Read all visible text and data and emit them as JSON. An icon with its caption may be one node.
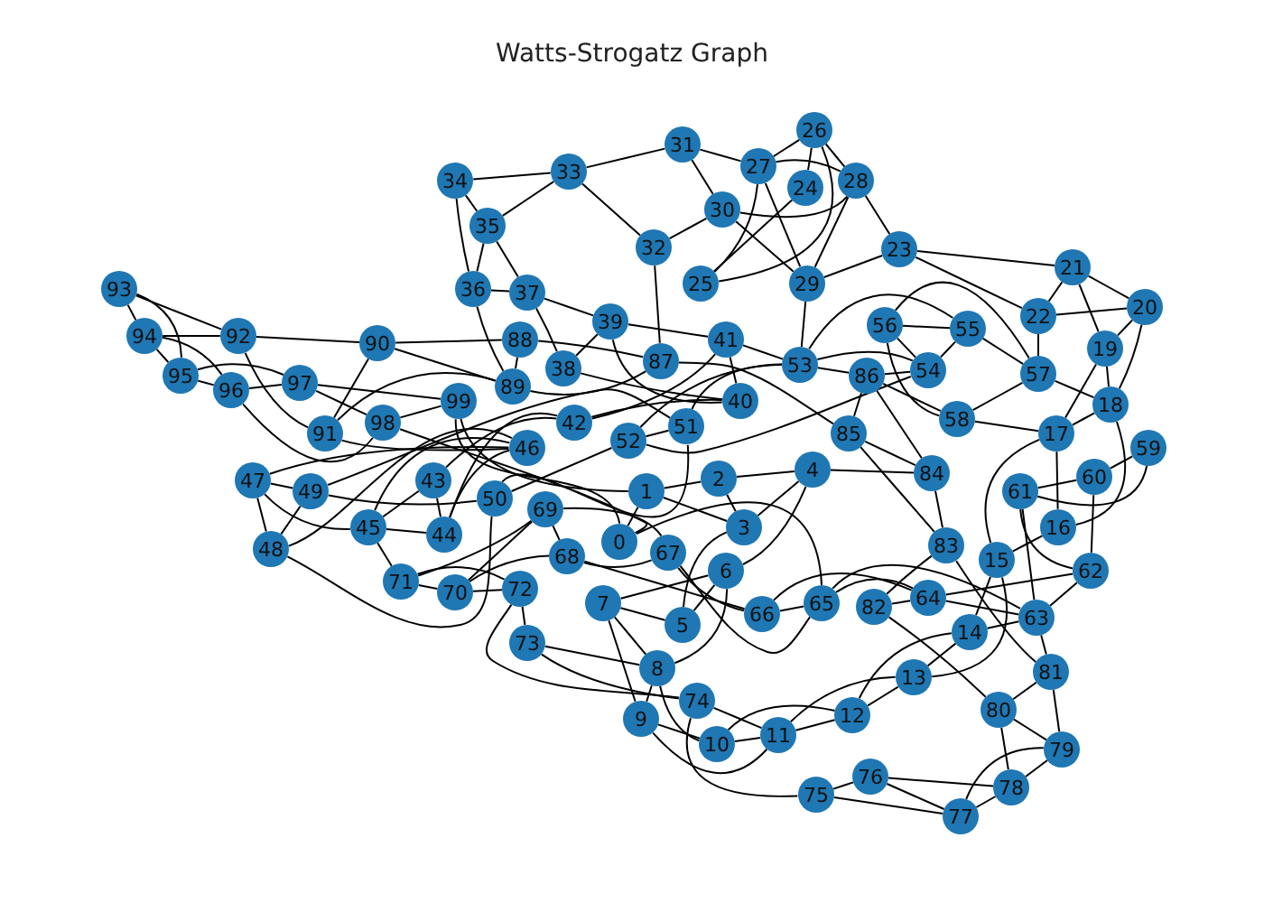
{
  "diagram": {
    "title": "Watts-Strogatz Graph",
    "nodes": [
      {
        "text": [
          "0"
        ]
      },
      {
        "text": [
          "1"
        ]
      },
      {
        "text": [
          "2"
        ]
      },
      {
        "text": [
          "3"
        ]
      },
      {
        "text": [
          "4"
        ]
      },
      {
        "text": [
          "5"
        ]
      },
      {
        "text": [
          "6"
        ]
      },
      {
        "text": [
          "7"
        ]
      },
      {
        "text": [
          "8"
        ]
      },
      {
        "text": [
          "9"
        ]
      },
      {
        "text": [
          "10"
        ]
      },
      {
        "text": [
          "11"
        ]
      },
      {
        "text": [
          "12"
        ]
      },
      {
        "text": [
          "13"
        ]
      },
      {
        "text": [
          "14"
        ]
      },
      {
        "text": [
          "15"
        ]
      },
      {
        "text": [
          "16"
        ]
      },
      {
        "text": [
          "17"
        ]
      },
      {
        "text": [
          "18"
        ]
      },
      {
        "text": [
          "19"
        ]
      },
      {
        "text": [
          "20"
        ]
      },
      {
        "text": [
          "21"
        ]
      },
      {
        "text": [
          "22"
        ]
      },
      {
        "text": [
          "23"
        ]
      },
      {
        "text": [
          "24"
        ]
      },
      {
        "text": [
          "25"
        ]
      },
      {
        "text": [
          "26"
        ]
      },
      {
        "text": [
          "27"
        ]
      },
      {
        "text": [
          "28"
        ]
      },
      {
        "text": [
          "29"
        ]
      },
      {
        "text": [
          "30"
        ]
      },
      {
        "text": [
          "31"
        ]
      },
      {
        "text": [
          "32"
        ]
      },
      {
        "text": [
          "33"
        ]
      },
      {
        "text": [
          "34"
        ]
      },
      {
        "text": [
          "35"
        ]
      },
      {
        "text": [
          "36"
        ]
      },
      {
        "text": [
          "37"
        ]
      },
      {
        "text": [
          "38"
        ]
      },
      {
        "text": [
          "39"
        ]
      },
      {
        "text": [
          "40"
        ]
      },
      {
        "text": [
          "41"
        ]
      },
      {
        "text": [
          "42"
        ]
      },
      {
        "text": [
          "43"
        ]
      },
      {
        "text": [
          "44"
        ]
      },
      {
        "text": [
          "45"
        ]
      },
      {
        "text": [
          "46"
        ]
      },
      {
        "text": [
          "47"
        ]
      },
      {
        "text": [
          "48"
        ]
      },
      {
        "text": [
          "49"
        ]
      },
      {
        "text": [
          "50"
        ]
      },
      {
        "text": [
          "51"
        ]
      },
      {
        "text": [
          "52"
        ]
      },
      {
        "text": [
          "53"
        ]
      },
      {
        "text": [
          "54"
        ]
      },
      {
        "text": [
          "55"
        ]
      },
      {
        "text": [
          "56"
        ]
      },
      {
        "text": [
          "57"
        ]
      },
      {
        "text": [
          "58"
        ]
      },
      {
        "text": [
          "59"
        ]
      },
      {
        "text": [
          "60"
        ]
      },
      {
        "text": [
          "61"
        ]
      },
      {
        "text": [
          "62"
        ]
      },
      {
        "text": [
          "63"
        ]
      },
      {
        "text": [
          "64"
        ]
      },
      {
        "text": [
          "65"
        ]
      },
      {
        "text": [
          "66"
        ]
      },
      {
        "text": [
          "67"
        ]
      },
      {
        "text": [
          "68"
        ]
      },
      {
        "text": [
          "69"
        ]
      },
      {
        "text": [
          "70"
        ]
      },
      {
        "text": [
          "71"
        ]
      },
      {
        "text": [
          "72"
        ]
      },
      {
        "text": [
          "73"
        ]
      },
      {
        "text": [
          "74"
        ]
      },
      {
        "text": [
          "75"
        ]
      },
      {
        "text": [
          "76"
        ]
      },
      {
        "text": [
          "77"
        ]
      },
      {
        "text": [
          "78"
        ]
      },
      {
        "text": [
          "79"
        ]
      },
      {
        "text": [
          "80"
        ]
      },
      {
        "text": [
          "81"
        ]
      },
      {
        "text": [
          "82"
        ]
      },
      {
        "text": [
          "83"
        ]
      },
      {
        "text": [
          "84"
        ]
      },
      {
        "text": [
          "85"
        ]
      },
      {
        "text": [
          "86"
        ]
      },
      {
        "text": [
          "87"
        ]
      },
      {
        "text": [
          "88"
        ]
      },
      {
        "text": [
          "89"
        ]
      },
      {
        "text": [
          "90"
        ]
      },
      {
        "text": [
          "91"
        ]
      },
      {
        "text": [
          "92"
        ]
      },
      {
        "text": [
          "93"
        ]
      },
      {
        "text": [
          "94"
        ]
      },
      {
        "text": [
          "95"
        ]
      },
      {
        "text": [
          "96"
        ]
      },
      {
        "text": [
          "97"
        ]
      },
      {
        "text": [
          "98"
        ]
      },
      {
        "text": [
          "99"
        ]
      }
    ],
    "edges": [
      {
        "from": 0,
        "to": 1,
        "arrow": "none"
      },
      {
        "from": 0,
        "to": 65,
        "arrow": "none"
      },
      {
        "from": 1,
        "to": 2,
        "arrow": "none"
      },
      {
        "from": 1,
        "to": 3,
        "arrow": "none"
      },
      {
        "from": 2,
        "to": 3,
        "arrow": "none"
      },
      {
        "from": 2,
        "to": 4,
        "arrow": "none"
      },
      {
        "from": 3,
        "to": 4,
        "arrow": "none"
      },
      {
        "from": 3,
        "to": 5,
        "arrow": "none"
      },
      {
        "from": 4,
        "to": 84,
        "arrow": "none"
      },
      {
        "from": 4,
        "to": 6,
        "arrow": "none"
      },
      {
        "from": 5,
        "to": 6,
        "arrow": "none"
      },
      {
        "from": 5,
        "to": 7,
        "arrow": "none"
      },
      {
        "from": 6,
        "to": 7,
        "arrow": "none"
      },
      {
        "from": 6,
        "to": 8,
        "arrow": "none"
      },
      {
        "from": 7,
        "to": 8,
        "arrow": "none"
      },
      {
        "from": 7,
        "to": 9,
        "arrow": "none"
      },
      {
        "from": 8,
        "to": 9,
        "arrow": "none"
      },
      {
        "from": 8,
        "to": 10,
        "arrow": "none"
      },
      {
        "from": 9,
        "to": 10,
        "arrow": "none"
      },
      {
        "from": 9,
        "to": 11,
        "arrow": "none"
      },
      {
        "from": 10,
        "to": 11,
        "arrow": "none"
      },
      {
        "from": 10,
        "to": 12,
        "arrow": "none"
      },
      {
        "from": 11,
        "to": 12,
        "arrow": "none"
      },
      {
        "from": 11,
        "to": 13,
        "arrow": "none"
      },
      {
        "from": 12,
        "to": 13,
        "arrow": "none"
      },
      {
        "from": 12,
        "to": 14,
        "arrow": "none"
      },
      {
        "from": 13,
        "to": 14,
        "arrow": "none"
      },
      {
        "from": 13,
        "to": 15,
        "arrow": "none"
      },
      {
        "from": 14,
        "to": 15,
        "arrow": "none"
      },
      {
        "from": 14,
        "to": 63,
        "arrow": "none"
      },
      {
        "from": 15,
        "to": 16,
        "arrow": "none"
      },
      {
        "from": 15,
        "to": 17,
        "arrow": "none"
      },
      {
        "from": 16,
        "to": 17,
        "arrow": "none"
      },
      {
        "from": 16,
        "to": 18,
        "arrow": "none"
      },
      {
        "from": 17,
        "to": 18,
        "arrow": "none"
      },
      {
        "from": 17,
        "to": 19,
        "arrow": "none"
      },
      {
        "from": 18,
        "to": 19,
        "arrow": "none"
      },
      {
        "from": 18,
        "to": 20,
        "arrow": "none"
      },
      {
        "from": 19,
        "to": 20,
        "arrow": "none"
      },
      {
        "from": 19,
        "to": 21,
        "arrow": "none"
      },
      {
        "from": 20,
        "to": 21,
        "arrow": "none"
      },
      {
        "from": 20,
        "to": 22,
        "arrow": "none"
      },
      {
        "from": 21,
        "to": 22,
        "arrow": "none"
      },
      {
        "from": 21,
        "to": 23,
        "arrow": "none"
      },
      {
        "from": 22,
        "to": 23,
        "arrow": "none"
      },
      {
        "from": 22,
        "to": 57,
        "arrow": "none"
      },
      {
        "from": 23,
        "to": 28,
        "arrow": "none"
      },
      {
        "from": 23,
        "to": 29,
        "arrow": "none"
      },
      {
        "from": 24,
        "to": 25,
        "arrow": "none"
      },
      {
        "from": 24,
        "to": 26,
        "arrow": "none"
      },
      {
        "from": 25,
        "to": 26,
        "arrow": "none"
      },
      {
        "from": 25,
        "to": 27,
        "arrow": "none"
      },
      {
        "from": 26,
        "to": 27,
        "arrow": "none"
      },
      {
        "from": 26,
        "to": 28,
        "arrow": "none"
      },
      {
        "from": 27,
        "to": 28,
        "arrow": "none"
      },
      {
        "from": 27,
        "to": 29,
        "arrow": "none"
      },
      {
        "from": 28,
        "to": 29,
        "arrow": "none"
      },
      {
        "from": 28,
        "to": 30,
        "arrow": "none"
      },
      {
        "from": 29,
        "to": 30,
        "arrow": "none"
      },
      {
        "from": 29,
        "to": 53,
        "arrow": "none"
      },
      {
        "from": 30,
        "to": 31,
        "arrow": "none"
      },
      {
        "from": 30,
        "to": 32,
        "arrow": "none"
      },
      {
        "from": 31,
        "to": 27,
        "arrow": "none"
      },
      {
        "from": 31,
        "to": 33,
        "arrow": "none"
      },
      {
        "from": 32,
        "to": 33,
        "arrow": "none"
      },
      {
        "from": 32,
        "to": 87,
        "arrow": "none"
      },
      {
        "from": 33,
        "to": 34,
        "arrow": "none"
      },
      {
        "from": 33,
        "to": 35,
        "arrow": "none"
      },
      {
        "from": 34,
        "to": 35,
        "arrow": "none"
      },
      {
        "from": 34,
        "to": 36,
        "arrow": "none"
      },
      {
        "from": 35,
        "to": 36,
        "arrow": "none"
      },
      {
        "from": 35,
        "to": 37,
        "arrow": "none"
      },
      {
        "from": 36,
        "to": 37,
        "arrow": "none"
      },
      {
        "from": 36,
        "to": 89,
        "arrow": "none"
      },
      {
        "from": 37,
        "to": 38,
        "arrow": "none"
      },
      {
        "from": 37,
        "to": 39,
        "arrow": "none"
      },
      {
        "from": 38,
        "to": 39,
        "arrow": "none"
      },
      {
        "from": 38,
        "to": 40,
        "arrow": "none"
      },
      {
        "from": 39,
        "to": 40,
        "arrow": "none"
      },
      {
        "from": 39,
        "to": 41,
        "arrow": "none"
      },
      {
        "from": 40,
        "to": 41,
        "arrow": "none"
      },
      {
        "from": 40,
        "to": 42,
        "arrow": "none"
      },
      {
        "from": 41,
        "to": 42,
        "arrow": "none"
      },
      {
        "from": 41,
        "to": 53,
        "arrow": "none"
      },
      {
        "from": 42,
        "to": 43,
        "arrow": "none"
      },
      {
        "from": 42,
        "to": 44,
        "arrow": "none"
      },
      {
        "from": 43,
        "to": 44,
        "arrow": "none"
      },
      {
        "from": 43,
        "to": 45,
        "arrow": "none"
      },
      {
        "from": 44,
        "to": 45,
        "arrow": "none"
      },
      {
        "from": 44,
        "to": 46,
        "arrow": "none"
      },
      {
        "from": 45,
        "to": 46,
        "arrow": "none"
      },
      {
        "from": 45,
        "to": 47,
        "arrow": "none"
      },
      {
        "from": 46,
        "to": 47,
        "arrow": "none"
      },
      {
        "from": 46,
        "to": 48,
        "arrow": "none"
      },
      {
        "from": 47,
        "to": 48,
        "arrow": "none"
      },
      {
        "from": 47,
        "to": 49,
        "arrow": "none"
      },
      {
        "from": 48,
        "to": 49,
        "arrow": "none"
      },
      {
        "from": 48,
        "to": 50,
        "arrow": "none"
      },
      {
        "from": 49,
        "to": 50,
        "arrow": "none"
      },
      {
        "from": 49,
        "to": 51,
        "arrow": "none"
      },
      {
        "from": 50,
        "to": 51,
        "arrow": "none"
      },
      {
        "from": 50,
        "to": 52,
        "arrow": "none"
      },
      {
        "from": 51,
        "to": 52,
        "arrow": "none"
      },
      {
        "from": 51,
        "to": 53,
        "arrow": "none"
      },
      {
        "from": 52,
        "to": 53,
        "arrow": "none"
      },
      {
        "from": 52,
        "to": 54,
        "arrow": "none"
      },
      {
        "from": 53,
        "to": 54,
        "arrow": "none"
      },
      {
        "from": 53,
        "to": 55,
        "arrow": "none"
      },
      {
        "from": 54,
        "to": 55,
        "arrow": "none"
      },
      {
        "from": 54,
        "to": 56,
        "arrow": "none"
      },
      {
        "from": 55,
        "to": 56,
        "arrow": "none"
      },
      {
        "from": 55,
        "to": 57,
        "arrow": "none"
      },
      {
        "from": 56,
        "to": 57,
        "arrow": "none"
      },
      {
        "from": 56,
        "to": 58,
        "arrow": "none"
      },
      {
        "from": 57,
        "to": 58,
        "arrow": "none"
      },
      {
        "from": 57,
        "to": 18,
        "arrow": "none"
      },
      {
        "from": 58,
        "to": 17,
        "arrow": "none"
      },
      {
        "from": 58,
        "to": 86,
        "arrow": "none"
      },
      {
        "from": 59,
        "to": 60,
        "arrow": "none"
      },
      {
        "from": 59,
        "to": 61,
        "arrow": "none"
      },
      {
        "from": 60,
        "to": 61,
        "arrow": "none"
      },
      {
        "from": 60,
        "to": 62,
        "arrow": "none"
      },
      {
        "from": 61,
        "to": 62,
        "arrow": "none"
      },
      {
        "from": 61,
        "to": 63,
        "arrow": "none"
      },
      {
        "from": 62,
        "to": 63,
        "arrow": "none"
      },
      {
        "from": 62,
        "to": 64,
        "arrow": "none"
      },
      {
        "from": 63,
        "to": 64,
        "arrow": "none"
      },
      {
        "from": 63,
        "to": 65,
        "arrow": "none"
      },
      {
        "from": 64,
        "to": 65,
        "arrow": "none"
      },
      {
        "from": 64,
        "to": 66,
        "arrow": "none"
      },
      {
        "from": 65,
        "to": 66,
        "arrow": "none"
      },
      {
        "from": 65,
        "to": 67,
        "arrow": "none"
      },
      {
        "from": 66,
        "to": 67,
        "arrow": "none"
      },
      {
        "from": 66,
        "to": 68,
        "arrow": "none"
      },
      {
        "from": 67,
        "to": 68,
        "arrow": "none"
      },
      {
        "from": 67,
        "to": 69,
        "arrow": "none"
      },
      {
        "from": 68,
        "to": 69,
        "arrow": "none"
      },
      {
        "from": 68,
        "to": 70,
        "arrow": "none"
      },
      {
        "from": 69,
        "to": 70,
        "arrow": "none"
      },
      {
        "from": 69,
        "to": 71,
        "arrow": "none"
      },
      {
        "from": 70,
        "to": 71,
        "arrow": "none"
      },
      {
        "from": 70,
        "to": 72,
        "arrow": "none"
      },
      {
        "from": 71,
        "to": 72,
        "arrow": "none"
      },
      {
        "from": 71,
        "to": 45,
        "arrow": "none"
      },
      {
        "from": 72,
        "to": 73,
        "arrow": "none"
      },
      {
        "from": 72,
        "to": 74,
        "arrow": "none"
      },
      {
        "from": 73,
        "to": 74,
        "arrow": "none"
      },
      {
        "from": 73,
        "to": 8,
        "arrow": "none"
      },
      {
        "from": 74,
        "to": 75,
        "arrow": "none"
      },
      {
        "from": 74,
        "to": 11,
        "arrow": "none"
      },
      {
        "from": 75,
        "to": 76,
        "arrow": "none"
      },
      {
        "from": 75,
        "to": 77,
        "arrow": "none"
      },
      {
        "from": 76,
        "to": 77,
        "arrow": "none"
      },
      {
        "from": 76,
        "to": 78,
        "arrow": "none"
      },
      {
        "from": 77,
        "to": 78,
        "arrow": "none"
      },
      {
        "from": 77,
        "to": 79,
        "arrow": "none"
      },
      {
        "from": 78,
        "to": 79,
        "arrow": "none"
      },
      {
        "from": 78,
        "to": 80,
        "arrow": "none"
      },
      {
        "from": 79,
        "to": 80,
        "arrow": "none"
      },
      {
        "from": 79,
        "to": 81,
        "arrow": "none"
      },
      {
        "from": 80,
        "to": 81,
        "arrow": "none"
      },
      {
        "from": 80,
        "to": 82,
        "arrow": "none"
      },
      {
        "from": 81,
        "to": 63,
        "arrow": "none"
      },
      {
        "from": 81,
        "to": 83,
        "arrow": "none"
      },
      {
        "from": 82,
        "to": 83,
        "arrow": "none"
      },
      {
        "from": 82,
        "to": 64,
        "arrow": "none"
      },
      {
        "from": 83,
        "to": 84,
        "arrow": "none"
      },
      {
        "from": 83,
        "to": 85,
        "arrow": "none"
      },
      {
        "from": 84,
        "to": 85,
        "arrow": "none"
      },
      {
        "from": 84,
        "to": 86,
        "arrow": "none"
      },
      {
        "from": 85,
        "to": 86,
        "arrow": "none"
      },
      {
        "from": 85,
        "to": 87,
        "arrow": "none"
      },
      {
        "from": 86,
        "to": 53,
        "arrow": "none"
      },
      {
        "from": 86,
        "to": 54,
        "arrow": "none"
      },
      {
        "from": 87,
        "to": 88,
        "arrow": "none"
      },
      {
        "from": 87,
        "to": 89,
        "arrow": "none"
      },
      {
        "from": 88,
        "to": 89,
        "arrow": "none"
      },
      {
        "from": 88,
        "to": 90,
        "arrow": "none"
      },
      {
        "from": 89,
        "to": 90,
        "arrow": "none"
      },
      {
        "from": 89,
        "to": 91,
        "arrow": "none"
      },
      {
        "from": 90,
        "to": 91,
        "arrow": "none"
      },
      {
        "from": 90,
        "to": 92,
        "arrow": "none"
      },
      {
        "from": 91,
        "to": 92,
        "arrow": "none"
      },
      {
        "from": 91,
        "to": 46,
        "arrow": "none"
      },
      {
        "from": 92,
        "to": 93,
        "arrow": "none"
      },
      {
        "from": 92,
        "to": 94,
        "arrow": "none"
      },
      {
        "from": 93,
        "to": 94,
        "arrow": "none"
      },
      {
        "from": 93,
        "to": 95,
        "arrow": "none"
      },
      {
        "from": 94,
        "to": 95,
        "arrow": "none"
      },
      {
        "from": 94,
        "to": 96,
        "arrow": "none"
      },
      {
        "from": 95,
        "to": 96,
        "arrow": "none"
      },
      {
        "from": 95,
        "to": 97,
        "arrow": "none"
      },
      {
        "from": 96,
        "to": 97,
        "arrow": "none"
      },
      {
        "from": 96,
        "to": 98,
        "arrow": "none"
      },
      {
        "from": 97,
        "to": 98,
        "arrow": "none"
      },
      {
        "from": 97,
        "to": 99,
        "arrow": "none"
      },
      {
        "from": 98,
        "to": 99,
        "arrow": "none"
      },
      {
        "from": 98,
        "to": 0,
        "arrow": "none"
      },
      {
        "from": 99,
        "to": 0,
        "arrow": "none"
      },
      {
        "from": 99,
        "to": 1,
        "arrow": "none"
      }
    ]
  }
}
